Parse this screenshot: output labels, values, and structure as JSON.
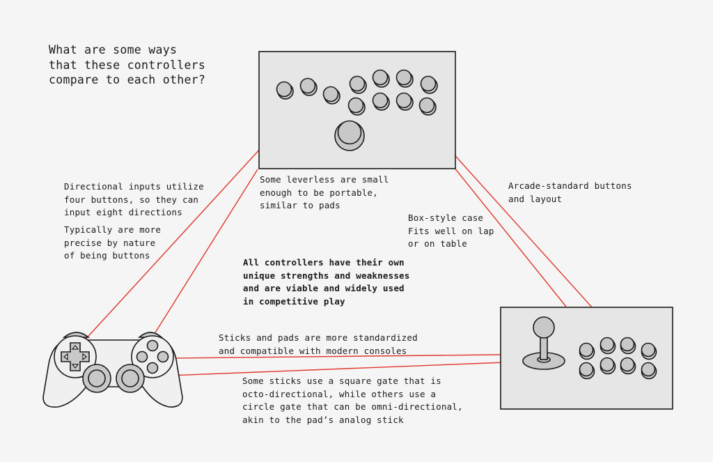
{
  "question": "What are some ways\nthat these controllers\ncompare to each other?",
  "notes": {
    "directional_inputs": "Directional inputs utilize\nfour buttons, so they can\ninput eight directions",
    "precise": "Typically are more\nprecise by nature\nof being buttons",
    "portable": "Some leverless are small\nenough to be portable,\nsimilar to pads",
    "box_case": "Box-style case\nFits well on lap\nor on table",
    "arcade_buttons": "Arcade-standard buttons\nand layout",
    "summary": "All controllers have their own\nunique strengths and weaknesses\nand are viable and widely used\nin competitive play",
    "standardized": "Sticks and pads are more standardized\nand compatible with modern consoles",
    "gates": "Some sticks use a square gate that is\nocto-directional, while others use a\ncircle gate that can be omni-directional,\nakin to the pad’s analog stick"
  },
  "colors": {
    "background": "#f5f5f5",
    "line": "#e0362c",
    "panel": "#e6e6e6",
    "button": "#c8c8c8",
    "outline": "#1a1a1a",
    "pad_body": "#f0f0f0"
  },
  "icons": [
    "leverless-controller-icon",
    "gamepad-icon",
    "arcade-stick-icon"
  ]
}
